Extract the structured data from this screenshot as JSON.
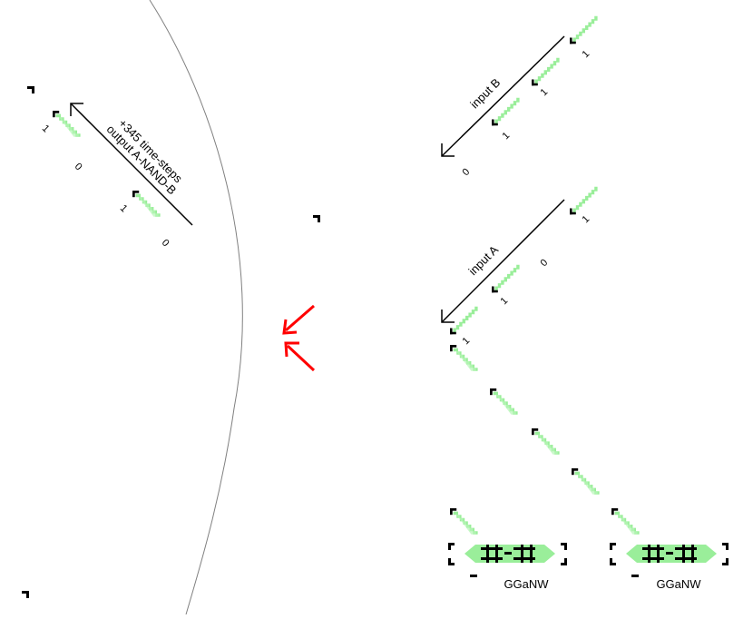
{
  "labels": {
    "input_a": "input A",
    "input_b": "input B",
    "output_line1": "+345 time-steps",
    "output_line2": "output A-NAND-B",
    "gun_left": "GGaNW",
    "gun_right": "GGaNW"
  },
  "bits": {
    "input_b": [
      "1",
      "1",
      "1",
      "0"
    ],
    "input_a": [
      "1",
      "0",
      "1",
      "1"
    ],
    "output": [
      "1",
      "0",
      "1",
      "0"
    ]
  },
  "colors": {
    "glider_body": "#9aee9a",
    "glider_head": "#000000",
    "arrow": "#000000",
    "indicator_arrow": "#ff0000",
    "arc": "#808080"
  },
  "icons": {
    "glider": "diagonal-glider-icon",
    "block": "still-life-block-icon",
    "indicator": "red-chevron-arrow-icon",
    "gun": "glider-gun-icon"
  }
}
